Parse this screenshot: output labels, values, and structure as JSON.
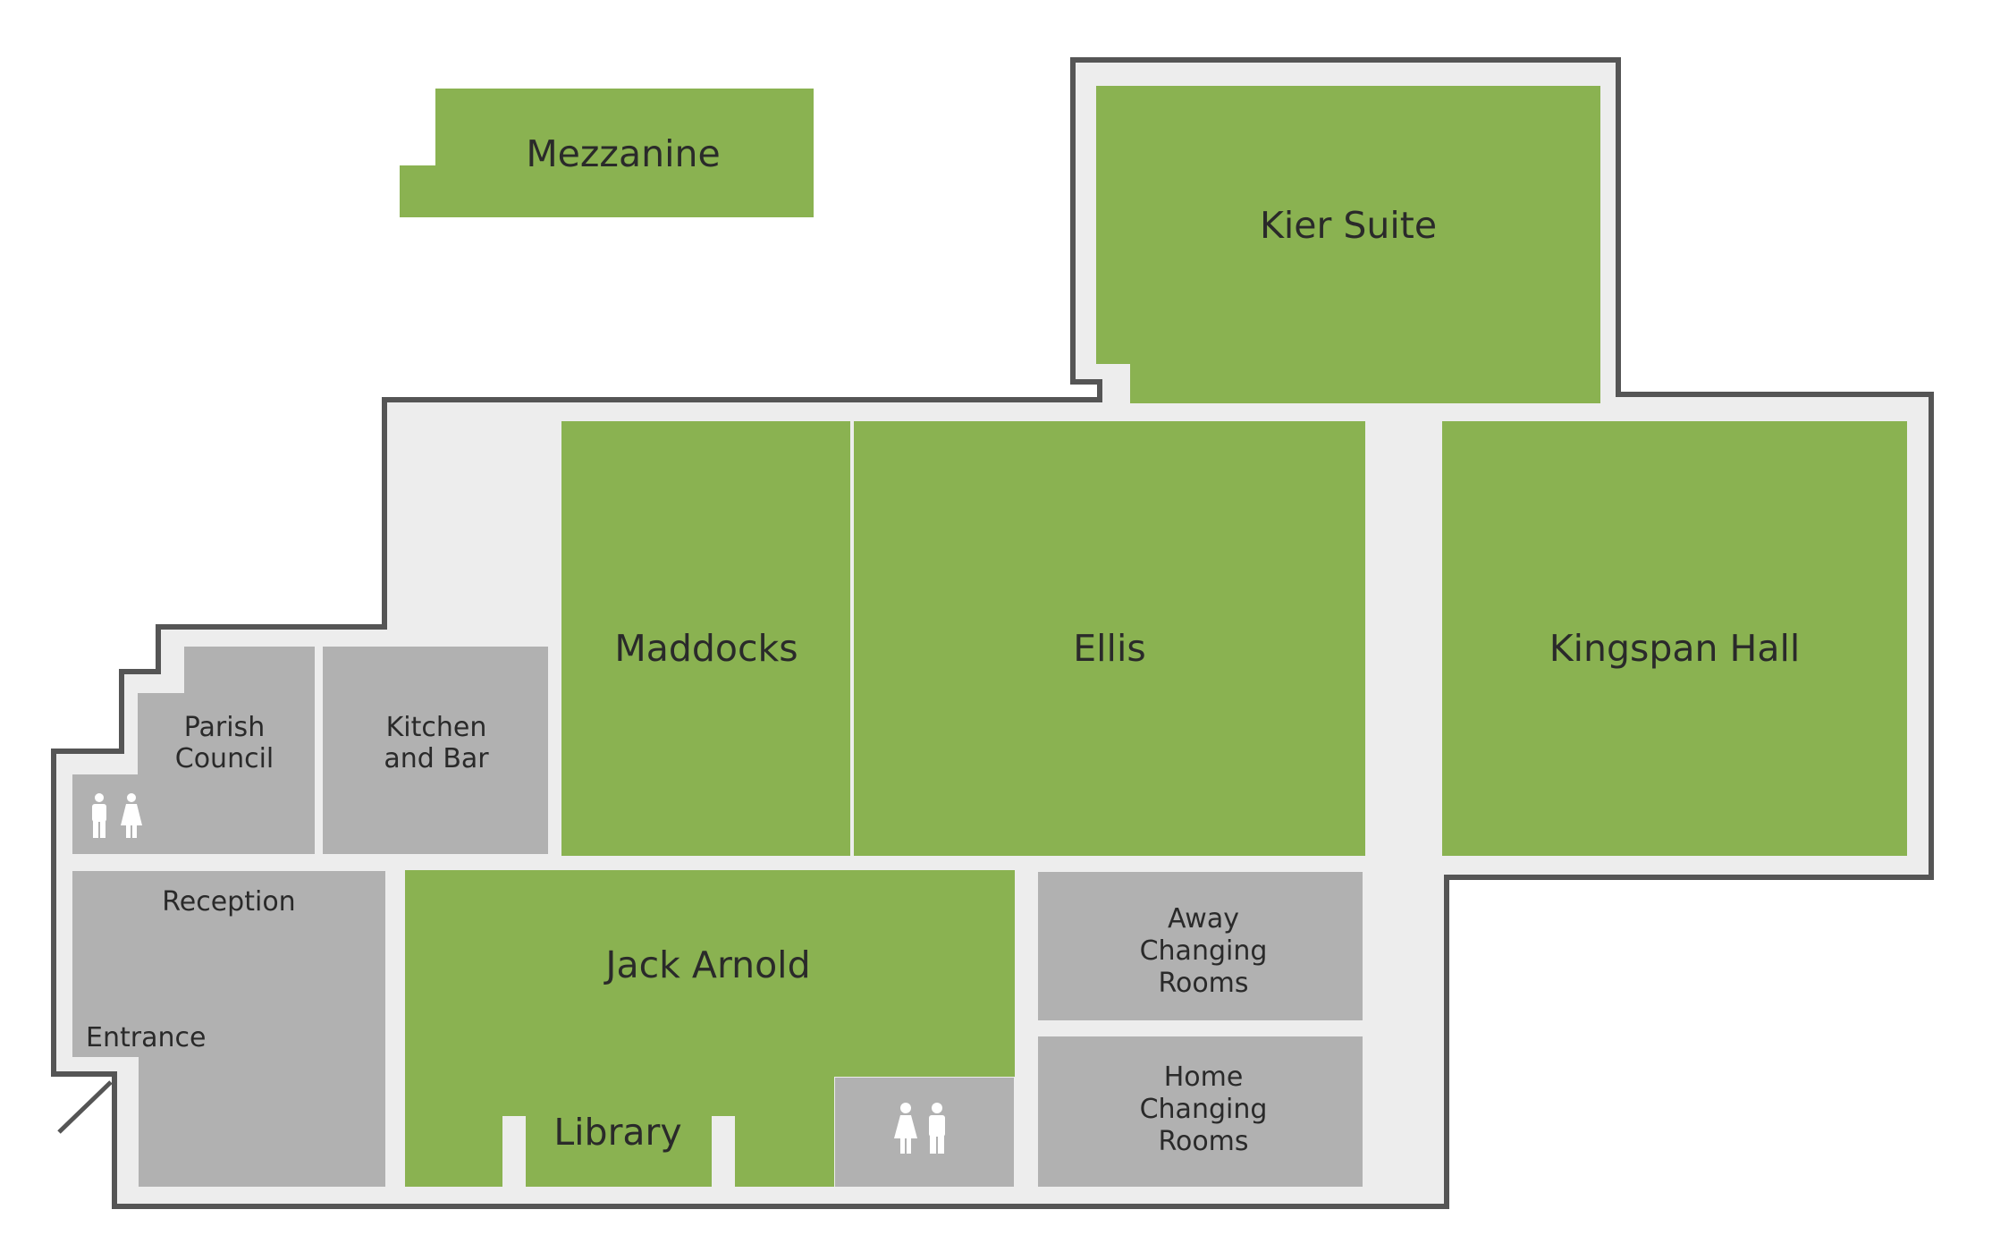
{
  "colors": {
    "meeting_room": "#8ab251",
    "facility": "#b1b1b1",
    "corridor": "#ededed",
    "wall": "#555555",
    "label": "#2a2a2a"
  },
  "rooms": {
    "mezzanine": "Mezzanine",
    "kier_suite": "Kier Suite",
    "maddocks": "Maddocks",
    "ellis": "Ellis",
    "kingspan_hall": "Kingspan Hall",
    "jack_arnold": "Jack Arnold",
    "library": "Library"
  },
  "facilities": {
    "parish_council": [
      "Parish",
      "Council"
    ],
    "kitchen_bar": [
      "Kitchen",
      "and Bar"
    ],
    "reception": "Reception",
    "entrance": "Entrance",
    "away_changing": [
      "Away",
      "Changing",
      "Rooms"
    ],
    "home_changing": [
      "Home",
      "Changing",
      "Rooms"
    ]
  },
  "icons": {
    "toilets": "toilets-icon"
  }
}
